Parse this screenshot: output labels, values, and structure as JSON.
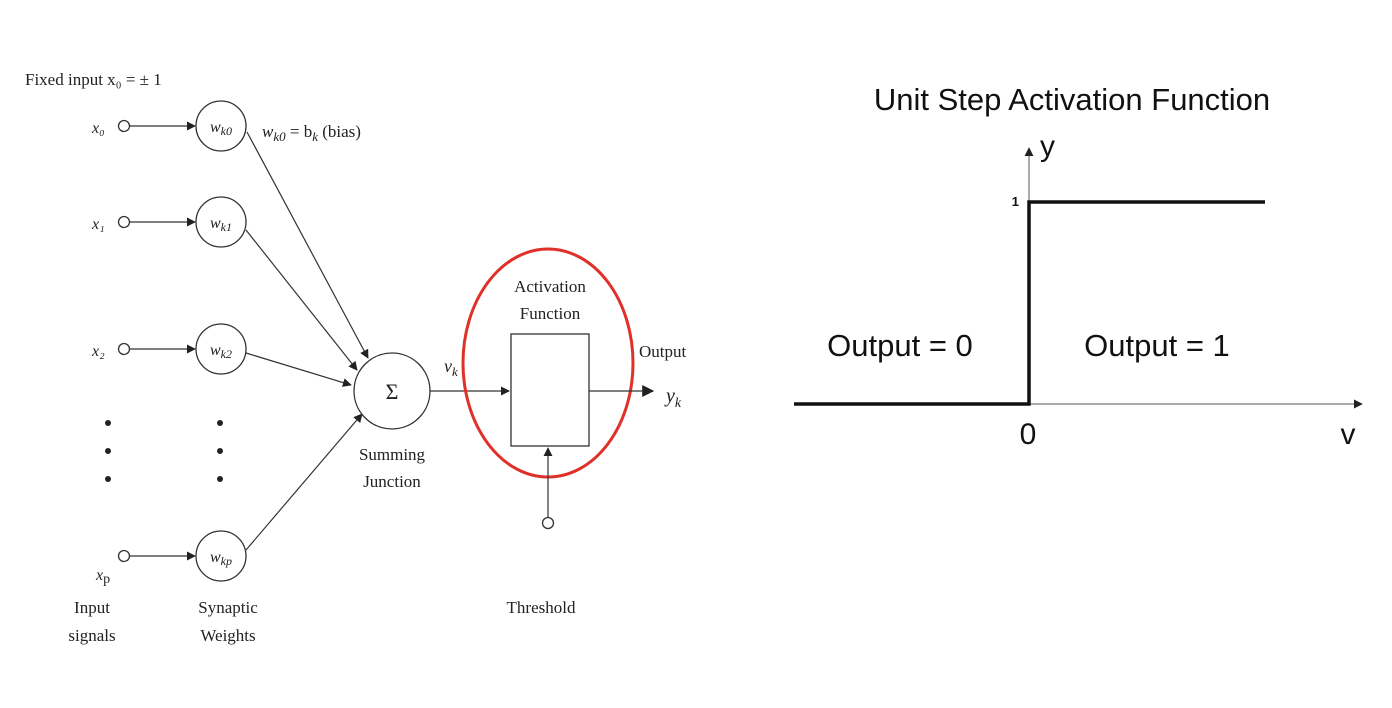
{
  "perceptron": {
    "fixed_input": "Fixed input x₀ = ± 1",
    "inputs": [
      "x₀",
      "x₁",
      "x₂",
      "x"
    ],
    "input_last_subscript": "p",
    "weights": [
      "w",
      "w",
      "w",
      "w"
    ],
    "weight_subscripts": [
      "k0",
      "k1",
      "k2",
      "kp"
    ],
    "bias_lhs": "w",
    "bias_lhs_sub": "k0",
    "bias_eq": " = b",
    "bias_sub": "k",
    "bias_tail": " (bias)",
    "sum_symbol": "Σ",
    "summing_label": [
      "Summing",
      "Junction"
    ],
    "v_label": "v",
    "v_sub": "k",
    "activation_label": [
      "Activation",
      "Function"
    ],
    "output_label": "Output",
    "y_label": "y",
    "y_sub": "k",
    "threshold_label": "Threshold",
    "input_signals_label": [
      "Input",
      "signals"
    ],
    "synaptic_weights_label": [
      "Synaptic",
      "Weights"
    ],
    "highlight_color": "#e0302a"
  },
  "step_chart": {
    "title": "Unit Step Activation Function",
    "y_axis_label": "y",
    "x_axis_label": "v",
    "y_tick": "1",
    "x_tick": "0",
    "left_region": "Output = 0",
    "right_region": "Output = 1"
  },
  "chart_data": {
    "type": "line",
    "title": "Unit Step Activation Function",
    "xlabel": "v",
    "ylabel": "y",
    "series": [
      {
        "x": [
          -1,
          0,
          0,
          1
        ],
        "y": [
          0,
          0,
          1,
          1
        ]
      }
    ],
    "x_ticks": [
      "0"
    ],
    "y_ticks": [
      "1"
    ],
    "annotations": [
      "Output = 0",
      "Output = 1"
    ],
    "grid": false
  }
}
